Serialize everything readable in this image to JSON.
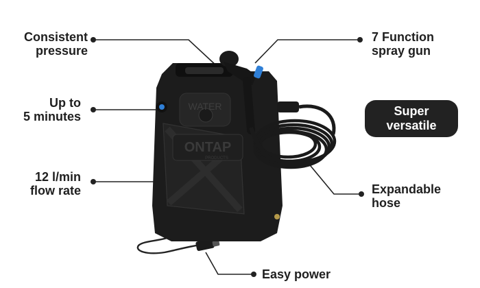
{
  "features": {
    "consistent_pressure": [
      "Consistent",
      "pressure"
    ],
    "up_to_5_minutes": [
      "Up to",
      "5 minutes"
    ],
    "flow_rate": [
      "12 l/min",
      "flow rate"
    ],
    "spray_gun": [
      "7 Function",
      "spray gun"
    ],
    "super_versatile": [
      "Super",
      "versatile"
    ],
    "expandable_hose": [
      "Expandable",
      "hose"
    ],
    "easy_power": "Easy power"
  },
  "product": {
    "embossed_water": "WATER",
    "embossed_brand": "ONTAP",
    "embossed_sub": "PRODUCTS"
  },
  "colors": {
    "text": "#1f1f1f",
    "pill_bg": "#222222",
    "pill_text": "#ffffff",
    "product_body": "#1c1c1c",
    "accent_blue": "#2f7fd6"
  }
}
